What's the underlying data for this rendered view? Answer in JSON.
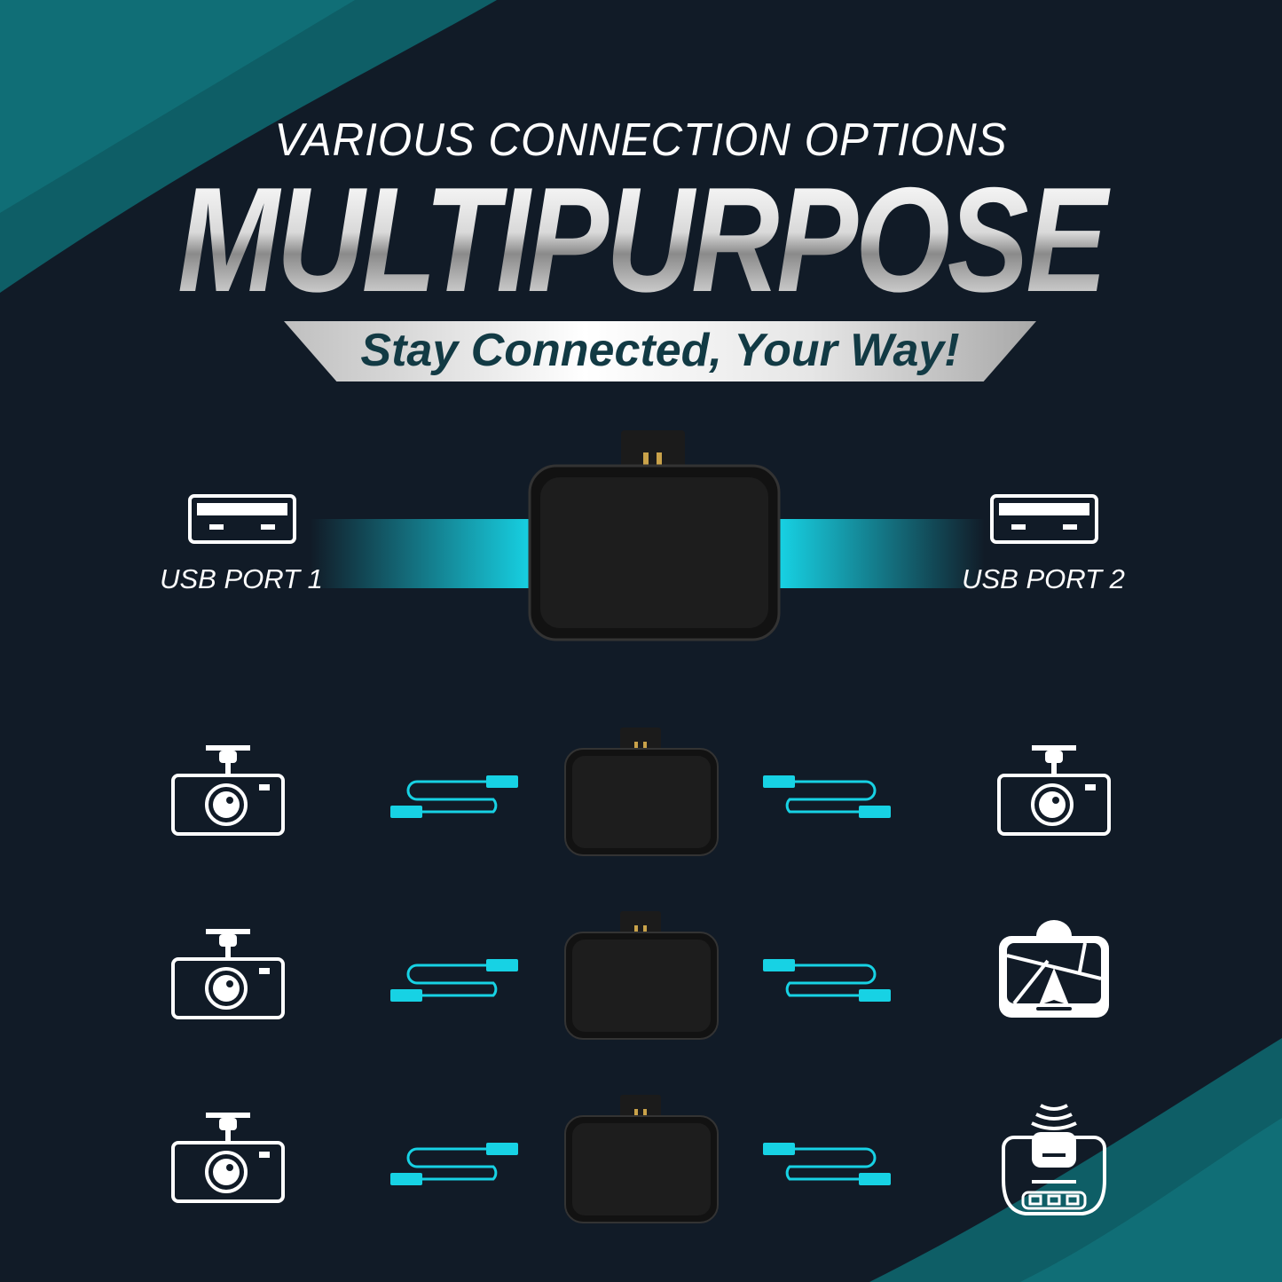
{
  "header": {
    "kicker": "VARIOUS CONNECTION OPTIONS",
    "headline": "MULTIPURPOSE",
    "tagline": "Stay Connected, Your Way!"
  },
  "ports": [
    {
      "label": "USB PORT 1",
      "icon": "usb-port-icon"
    },
    {
      "label": "USB PORT 2",
      "icon": "usb-port-icon"
    }
  ],
  "rows": [
    {
      "left": "dashcam-icon",
      "right": "dashcam-icon"
    },
    {
      "left": "dashcam-icon",
      "right": "gps-navigator-icon"
    },
    {
      "left": "dashcam-icon",
      "right": "radar-detector-icon"
    }
  ],
  "colors": {
    "background": "#111b27",
    "accent": "#17d2e4",
    "teal_wave": "#0d6a70",
    "banner_text": "#123a44"
  }
}
